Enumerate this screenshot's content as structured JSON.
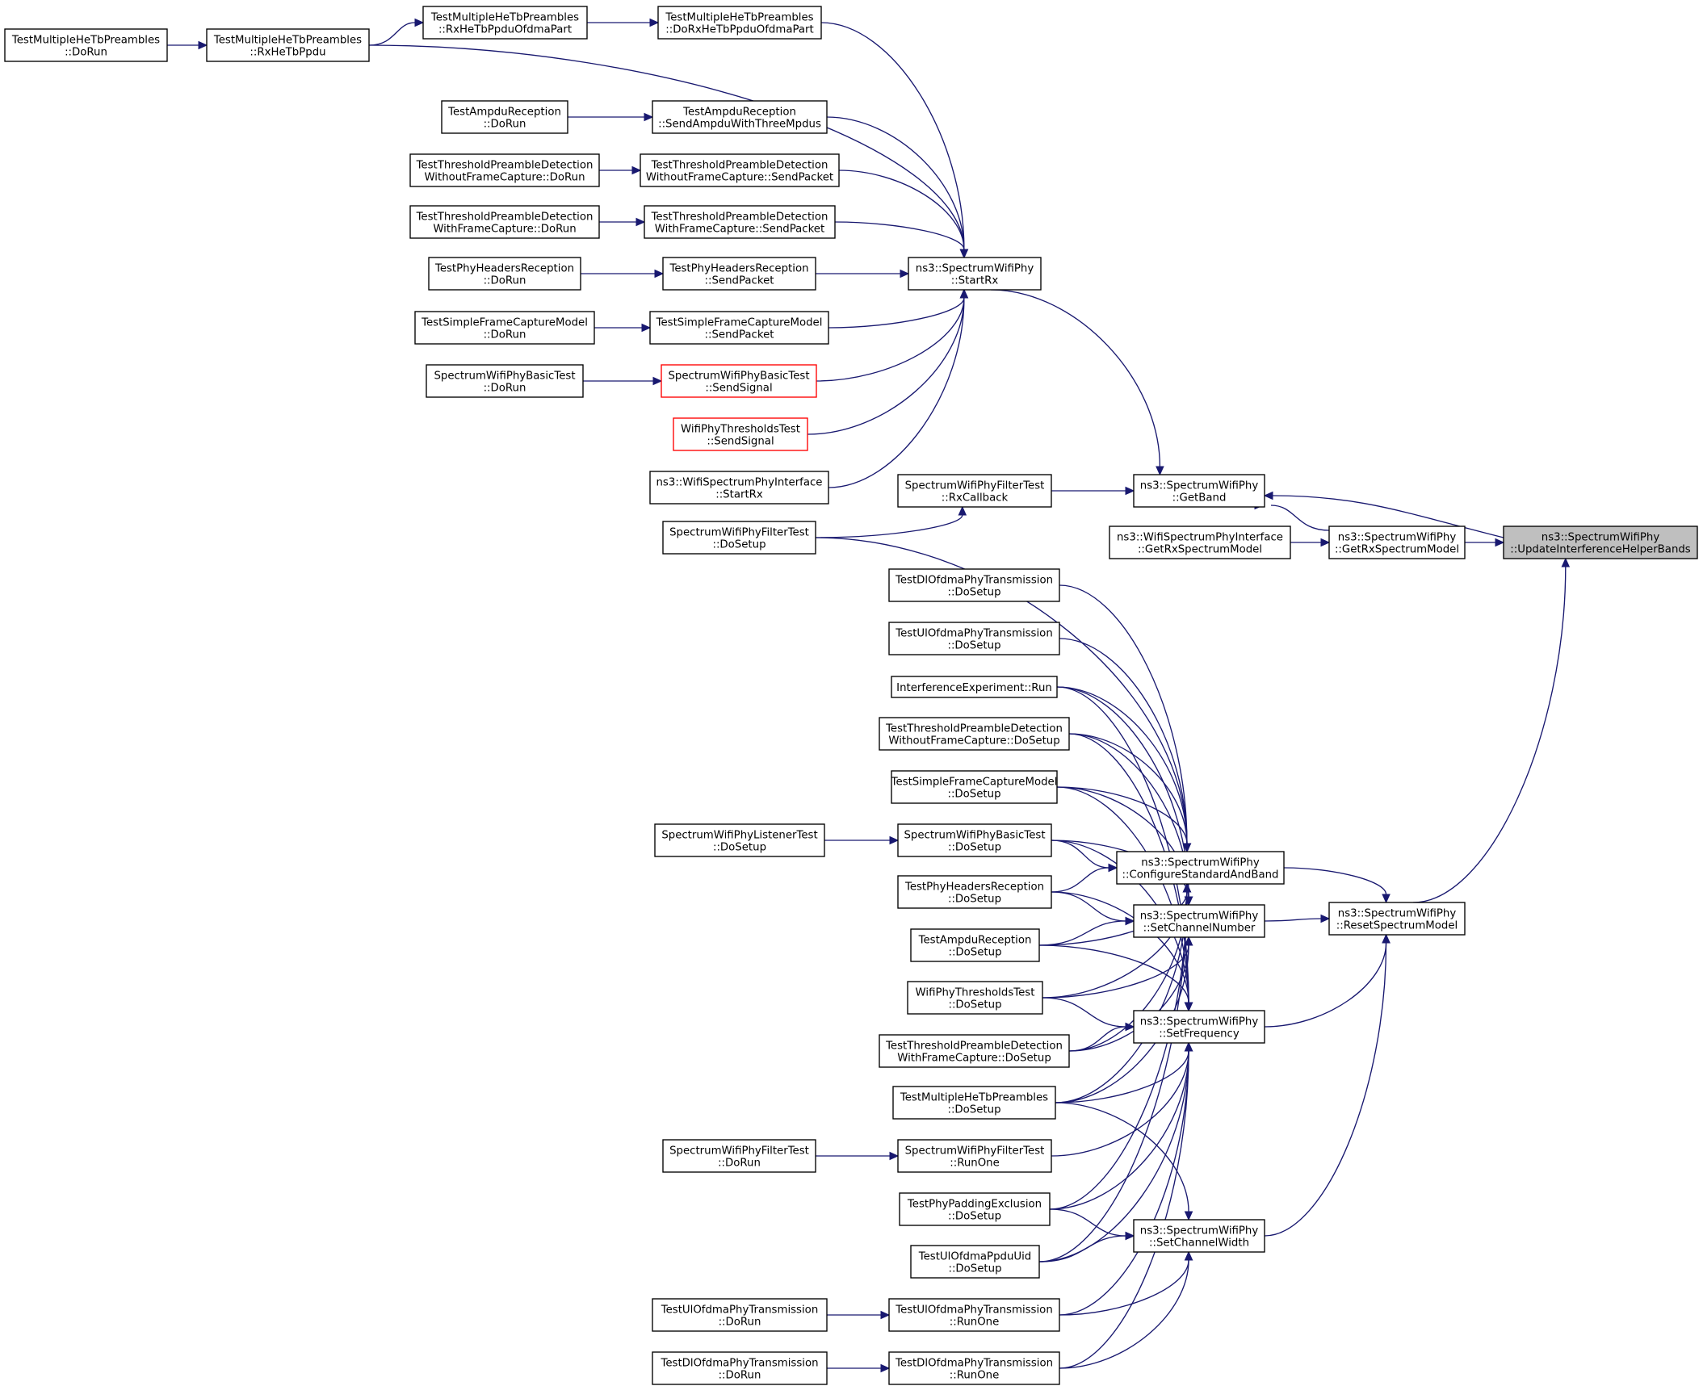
{
  "colors": {
    "edge": "#191970",
    "node_border": "#000000",
    "node_border_highlight": "#ff0000",
    "root_fill": "#bfbfbf"
  },
  "nodes": [
    {
      "id": "root",
      "lines": [
        "ns3::SpectrumWifiPhy",
        "::UpdateInterferenceHelperBands"
      ],
      "style": "root"
    },
    {
      "id": "getband",
      "lines": [
        "ns3::SpectrumWifiPhy",
        "::GetBand"
      ]
    },
    {
      "id": "getrxsm",
      "lines": [
        "ns3::SpectrumWifiPhy",
        "::GetRxSpectrumModel"
      ]
    },
    {
      "id": "wspi_getrxsm",
      "lines": [
        "ns3::WifiSpectrumPhyInterface",
        "::GetRxSpectrumModel"
      ]
    },
    {
      "id": "resetsm",
      "lines": [
        "ns3::SpectrumWifiPhy",
        "::ResetSpectrumModel"
      ]
    },
    {
      "id": "startrx",
      "lines": [
        "ns3::SpectrumWifiPhy",
        "::StartRx"
      ]
    },
    {
      "id": "filter_rxcb",
      "lines": [
        "SpectrumWifiPhyFilterTest",
        "::RxCallback"
      ]
    },
    {
      "id": "filter_dosetup",
      "lines": [
        "SpectrumWifiPhyFilterTest",
        "::DoSetup"
      ]
    },
    {
      "id": "mhe_dorun",
      "lines": [
        "TestMultipleHeTbPreambles",
        "::DoRun"
      ]
    },
    {
      "id": "mhe_rxhetbppdu",
      "lines": [
        "TestMultipleHeTbPreambles",
        "::RxHeTbPpdu"
      ]
    },
    {
      "id": "mhe_rxofdma",
      "lines": [
        "TestMultipleHeTbPreambles",
        "::RxHeTbPpduOfdmaPart"
      ]
    },
    {
      "id": "mhe_dorxofdma",
      "lines": [
        "TestMultipleHeTbPreambles",
        "::DoRxHeTbPpduOfdmaPart"
      ]
    },
    {
      "id": "ampdu_dorun",
      "lines": [
        "TestAmpduReception",
        "::DoRun"
      ]
    },
    {
      "id": "ampdu_send3",
      "lines": [
        "TestAmpduReception",
        "::SendAmpduWithThreeMpdus"
      ]
    },
    {
      "id": "tpd_wo_dorun",
      "lines": [
        "TestThresholdPreambleDetection",
        "WithoutFrameCapture::DoRun"
      ]
    },
    {
      "id": "tpd_wo_send",
      "lines": [
        "TestThresholdPreambleDetection",
        "WithoutFrameCapture::SendPacket"
      ]
    },
    {
      "id": "tpd_w_dorun",
      "lines": [
        "TestThresholdPreambleDetection",
        "WithFrameCapture::DoRun"
      ]
    },
    {
      "id": "tpd_w_send",
      "lines": [
        "TestThresholdPreambleDetection",
        "WithFrameCapture::SendPacket"
      ]
    },
    {
      "id": "phr_dorun",
      "lines": [
        "TestPhyHeadersReception",
        "::DoRun"
      ]
    },
    {
      "id": "phr_send",
      "lines": [
        "TestPhyHeadersReception",
        "::SendPacket"
      ]
    },
    {
      "id": "sfc_dorun",
      "lines": [
        "TestSimpleFrameCaptureModel",
        "::DoRun"
      ]
    },
    {
      "id": "sfc_send",
      "lines": [
        "TestSimpleFrameCaptureModel",
        "::SendPacket"
      ]
    },
    {
      "id": "basic_dorun",
      "lines": [
        "SpectrumWifiPhyBasicTest",
        "::DoRun"
      ]
    },
    {
      "id": "basic_sendsignal",
      "lines": [
        "SpectrumWifiPhyBasicTest",
        "::SendSignal"
      ],
      "style": "red"
    },
    {
      "id": "thr_sendsignal",
      "lines": [
        "WifiPhyThresholdsTest",
        "::SendSignal"
      ],
      "style": "red"
    },
    {
      "id": "wspi_startrx",
      "lines": [
        "ns3::WifiSpectrumPhyInterface",
        "::StartRx"
      ]
    },
    {
      "id": "dl_dosetup",
      "lines": [
        "TestDlOfdmaPhyTransmission",
        "::DoSetup"
      ]
    },
    {
      "id": "ul_dosetup",
      "lines": [
        "TestUlOfdmaPhyTransmission",
        "::DoSetup"
      ]
    },
    {
      "id": "ie_run",
      "lines": [
        "InterferenceExperiment::Run"
      ]
    },
    {
      "id": "tpd_wo_dosetup",
      "lines": [
        "TestThresholdPreambleDetection",
        "WithoutFrameCapture::DoSetup"
      ]
    },
    {
      "id": "sfc_dosetup",
      "lines": [
        "TestSimpleFrameCaptureModel",
        "::DoSetup"
      ]
    },
    {
      "id": "listener_dosetup",
      "lines": [
        "SpectrumWifiPhyListenerTest",
        "::DoSetup"
      ]
    },
    {
      "id": "basic_dosetup",
      "lines": [
        "SpectrumWifiPhyBasicTest",
        "::DoSetup"
      ]
    },
    {
      "id": "phr_dosetup",
      "lines": [
        "TestPhyHeadersReception",
        "::DoSetup"
      ]
    },
    {
      "id": "ampdu_dosetup",
      "lines": [
        "TestAmpduReception",
        "::DoSetup"
      ]
    },
    {
      "id": "thr_dosetup",
      "lines": [
        "WifiPhyThresholdsTest",
        "::DoSetup"
      ]
    },
    {
      "id": "tpd_w_dosetup",
      "lines": [
        "TestThresholdPreambleDetection",
        "WithFrameCapture::DoSetup"
      ]
    },
    {
      "id": "mhe_dosetup",
      "lines": [
        "TestMultipleHeTbPreambles",
        "::DoSetup"
      ]
    },
    {
      "id": "filter_dorun",
      "lines": [
        "SpectrumWifiPhyFilterTest",
        "::DoRun"
      ]
    },
    {
      "id": "filter_runone",
      "lines": [
        "SpectrumWifiPhyFilterTest",
        "::RunOne"
      ]
    },
    {
      "id": "pad_dosetup",
      "lines": [
        "TestPhyPaddingExclusion",
        "::DoSetup"
      ]
    },
    {
      "id": "ulpid_dosetup",
      "lines": [
        "TestUlOfdmaPpduUid",
        "::DoSetup"
      ]
    },
    {
      "id": "ul_dorun",
      "lines": [
        "TestUlOfdmaPhyTransmission",
        "::DoRun"
      ]
    },
    {
      "id": "ul_runone",
      "lines": [
        "TestUlOfdmaPhyTransmission",
        "::RunOne"
      ]
    },
    {
      "id": "dl_dorun",
      "lines": [
        "TestDlOfdmaPhyTransmission",
        "::DoRun"
      ]
    },
    {
      "id": "dl_runone",
      "lines": [
        "TestDlOfdmaPhyTransmission",
        "::RunOne"
      ]
    },
    {
      "id": "csab",
      "lines": [
        "ns3::SpectrumWifiPhy",
        "::ConfigureStandardAndBand"
      ]
    },
    {
      "id": "setchnum",
      "lines": [
        "ns3::SpectrumWifiPhy",
        "::SetChannelNumber"
      ]
    },
    {
      "id": "setfreq",
      "lines": [
        "ns3::SpectrumWifiPhy",
        "::SetFrequency"
      ]
    },
    {
      "id": "setchwidth",
      "lines": [
        "ns3::SpectrumWifiPhy",
        "::SetChannelWidth"
      ]
    }
  ],
  "edges": [
    [
      "getband",
      "root"
    ],
    [
      "getrxsm",
      "root"
    ],
    [
      "resetsm",
      "root"
    ],
    [
      "startrx",
      "getband"
    ],
    [
      "filter_rxcb",
      "getband"
    ],
    [
      "getrxsm",
      "getband"
    ],
    [
      "wspi_getrxsm",
      "getrxsm"
    ],
    [
      "csab",
      "resetsm"
    ],
    [
      "setchnum",
      "resetsm"
    ],
    [
      "setfreq",
      "resetsm"
    ],
    [
      "setchwidth",
      "resetsm"
    ],
    [
      "mhe_dorxofdma",
      "startrx"
    ],
    [
      "mhe_rxhetbppdu",
      "startrx"
    ],
    [
      "ampdu_send3",
      "startrx"
    ],
    [
      "tpd_wo_send",
      "startrx"
    ],
    [
      "tpd_w_send",
      "startrx"
    ],
    [
      "phr_send",
      "startrx"
    ],
    [
      "sfc_send",
      "startrx"
    ],
    [
      "basic_sendsignal",
      "startrx"
    ],
    [
      "thr_sendsignal",
      "startrx"
    ],
    [
      "wspi_startrx",
      "startrx"
    ],
    [
      "mhe_dorun",
      "mhe_rxhetbppdu"
    ],
    [
      "mhe_rxhetbppdu",
      "mhe_rxofdma"
    ],
    [
      "mhe_rxofdma",
      "mhe_dorxofdma"
    ],
    [
      "ampdu_dorun",
      "ampdu_send3"
    ],
    [
      "tpd_wo_dorun",
      "tpd_wo_send"
    ],
    [
      "tpd_w_dorun",
      "tpd_w_send"
    ],
    [
      "phr_dorun",
      "phr_send"
    ],
    [
      "sfc_dorun",
      "sfc_send"
    ],
    [
      "basic_dorun",
      "basic_sendsignal"
    ],
    [
      "filter_dosetup",
      "filter_rxcb"
    ],
    [
      "filter_dosetup",
      "csab"
    ],
    [
      "dl_dosetup",
      "csab"
    ],
    [
      "ul_dosetup",
      "csab"
    ],
    [
      "ie_run",
      "csab"
    ],
    [
      "tpd_wo_dosetup",
      "csab"
    ],
    [
      "sfc_dosetup",
      "csab"
    ],
    [
      "basic_dosetup",
      "csab"
    ],
    [
      "phr_dosetup",
      "csab"
    ],
    [
      "ampdu_dosetup",
      "csab"
    ],
    [
      "thr_dosetup",
      "csab"
    ],
    [
      "tpd_w_dosetup",
      "csab"
    ],
    [
      "mhe_dosetup",
      "csab"
    ],
    [
      "pad_dosetup",
      "csab"
    ],
    [
      "ulpid_dosetup",
      "csab"
    ],
    [
      "ie_run",
      "setchnum"
    ],
    [
      "tpd_wo_dosetup",
      "setchnum"
    ],
    [
      "sfc_dosetup",
      "setchnum"
    ],
    [
      "basic_dosetup",
      "setchnum"
    ],
    [
      "phr_dosetup",
      "setchnum"
    ],
    [
      "ampdu_dosetup",
      "setchnum"
    ],
    [
      "thr_dosetup",
      "setchnum"
    ],
    [
      "tpd_w_dosetup",
      "setchnum"
    ],
    [
      "mhe_dosetup",
      "setchnum"
    ],
    [
      "ie_run",
      "setfreq"
    ],
    [
      "tpd_wo_dosetup",
      "setfreq"
    ],
    [
      "sfc_dosetup",
      "setfreq"
    ],
    [
      "basic_dosetup",
      "setfreq"
    ],
    [
      "phr_dosetup",
      "setfreq"
    ],
    [
      "ampdu_dosetup",
      "setfreq"
    ],
    [
      "thr_dosetup",
      "setfreq"
    ],
    [
      "tpd_w_dosetup",
      "setfreq"
    ],
    [
      "mhe_dosetup",
      "setfreq"
    ],
    [
      "filter_runone",
      "setfreq"
    ],
    [
      "pad_dosetup",
      "setfreq"
    ],
    [
      "ulpid_dosetup",
      "setfreq"
    ],
    [
      "ul_runone",
      "setfreq"
    ],
    [
      "dl_runone",
      "setfreq"
    ],
    [
      "mhe_dosetup",
      "setchwidth"
    ],
    [
      "pad_dosetup",
      "setchwidth"
    ],
    [
      "ulpid_dosetup",
      "setchwidth"
    ],
    [
      "ul_runone",
      "setchwidth"
    ],
    [
      "dl_runone",
      "setchwidth"
    ],
    [
      "listener_dosetup",
      "basic_dosetup"
    ],
    [
      "filter_dorun",
      "filter_runone"
    ],
    [
      "ul_dorun",
      "ul_runone"
    ],
    [
      "dl_dorun",
      "dl_runone"
    ]
  ]
}
